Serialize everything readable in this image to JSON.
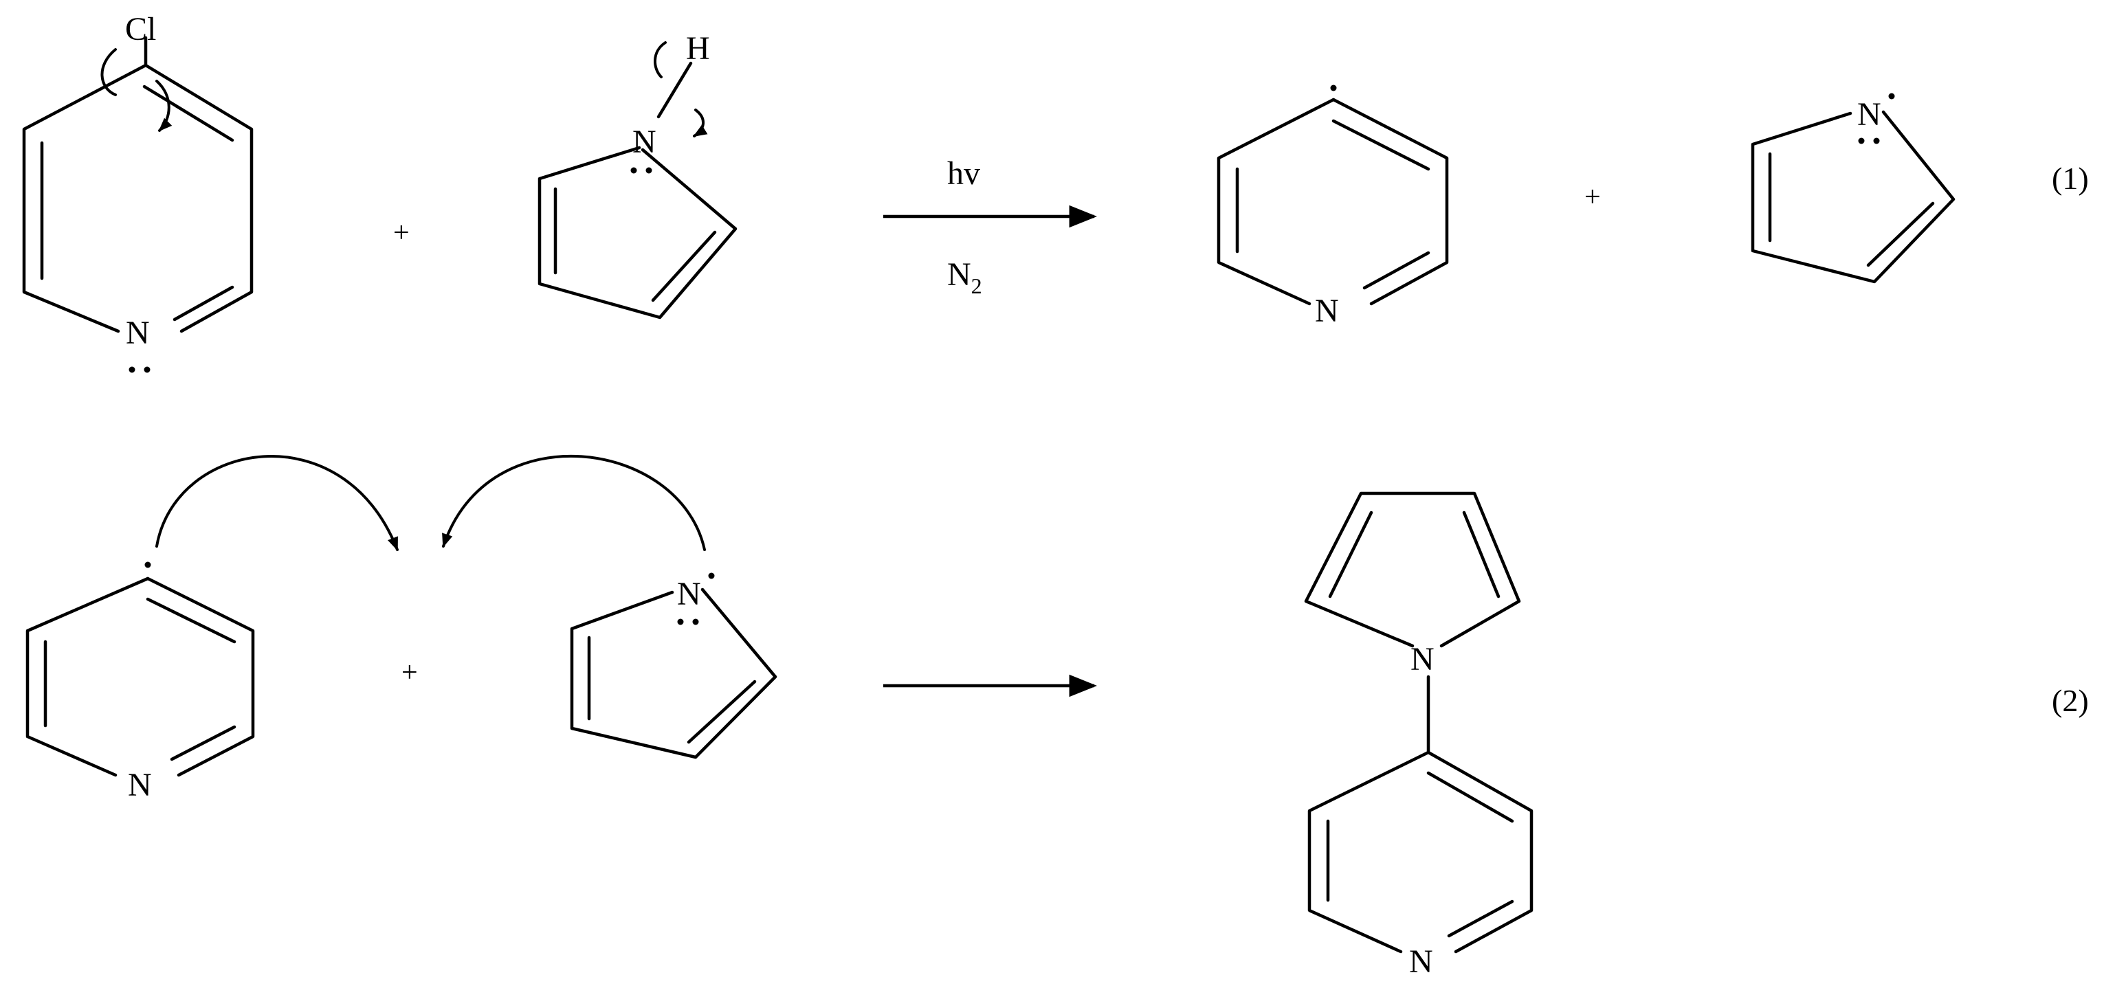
{
  "atoms": {
    "chlorine": "Cl",
    "hydrogen": "H",
    "nitrogen": "N"
  },
  "operators": {
    "plus": "+"
  },
  "conditions": {
    "light": "hv",
    "atmosphere_base": "N",
    "atmosphere_subscript": "2"
  },
  "equation_numbers": {
    "first": "(1)",
    "second": "(2)"
  }
}
